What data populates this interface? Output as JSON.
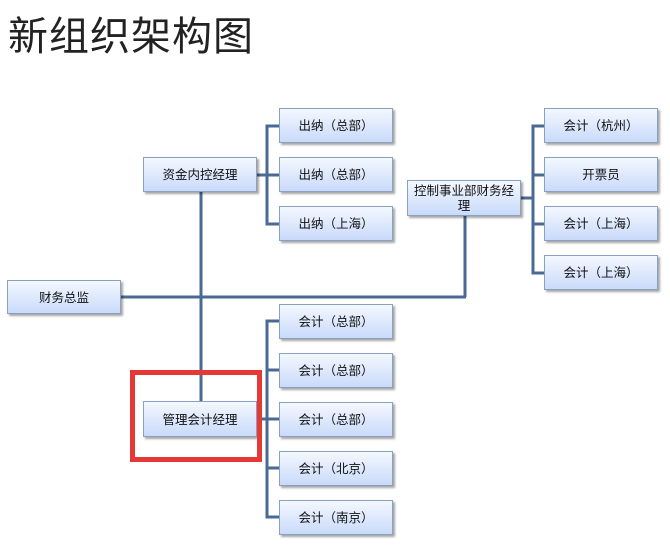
{
  "title": "新组织架构图",
  "nodes": {
    "cfo": "财务总监",
    "treasury_manager": "资金内控经理",
    "cashier_1": "出纳（总部）",
    "cashier_2": "出纳（总部）",
    "cashier_3": "出纳（上海）",
    "division_manager": "控制事业部财务经理",
    "acc_hangzhou": "会计（杭州）",
    "invoicer": "开票员",
    "acc_shanghai_1": "会计（上海）",
    "acc_shanghai_2": "会计（上海）",
    "mgmt_acc_manager": "管理会计经理",
    "acc_hq_1": "会计（总部）",
    "acc_hq_2": "会计（总部）",
    "acc_hq_3": "会计（总部）",
    "acc_beijing": "会计（北京）",
    "acc_nanjing": "会计（南京）"
  },
  "colors": {
    "line": "#4a6a94",
    "highlight": "#e53935"
  }
}
